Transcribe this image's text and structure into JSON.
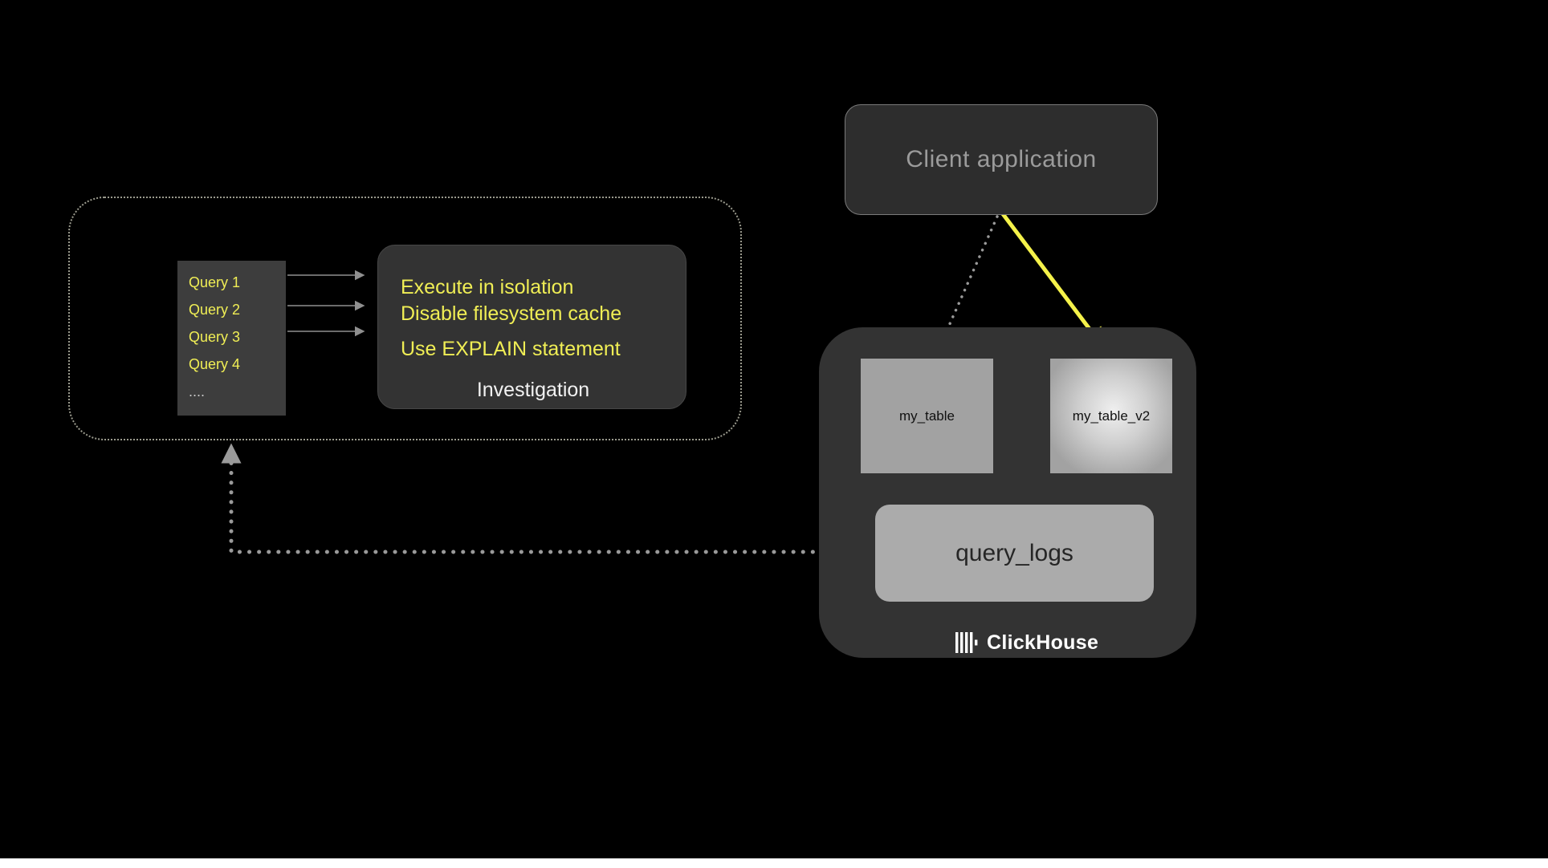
{
  "client_app": {
    "label": "Client application"
  },
  "pipeline": {
    "queries": {
      "items": [
        "Query 1",
        "Query 2",
        "Query 3",
        "Query 4",
        "...."
      ]
    },
    "investigation": {
      "line1": "Execute in isolation",
      "line2": "Disable filesystem cache",
      "line3": "Use EXPLAIN statement",
      "caption": "Investigation"
    }
  },
  "clickhouse": {
    "table1": "my_table",
    "table2": "my_table_v2",
    "query_logs": "query_logs",
    "brand": "ClickHouse"
  },
  "colors": {
    "accent_yellow": "#f0ee55",
    "arrow_yellow": "#f5f24a",
    "arrow_gray": "#9a9a9a",
    "background": "#000000"
  }
}
